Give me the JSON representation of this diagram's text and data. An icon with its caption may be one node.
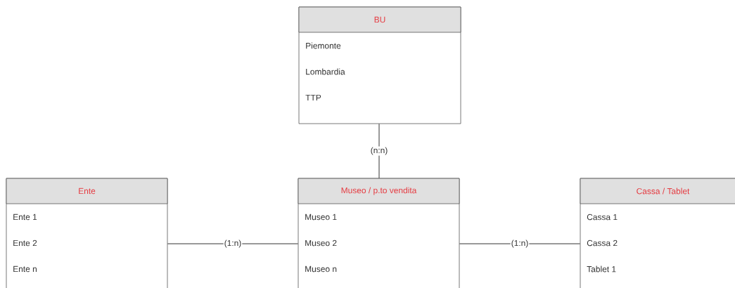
{
  "diagram": {
    "nodes": [
      {
        "text": [
          "BU",
          "Piemonte",
          "Lombardia",
          "TTP"
        ]
      },
      {
        "text": [
          "Ente",
          "Ente 1",
          "Ente 2",
          "Ente n"
        ]
      },
      {
        "text": [
          "Museo / p.to vendita",
          "Museo 1",
          "Museo 2",
          "Museo n"
        ]
      },
      {
        "text": [
          "Cassa / Tablet",
          "Cassa 1",
          "Cassa 2",
          "Tablet 1"
        ]
      }
    ],
    "edges": [
      {
        "from": 0,
        "to": 2,
        "arrow": "none",
        "label": "(n:n)"
      },
      {
        "from": 1,
        "to": 2,
        "arrow": "none",
        "label": "(1:n)"
      },
      {
        "from": 2,
        "to": 3,
        "arrow": "none",
        "label": "(1:n)"
      }
    ]
  }
}
